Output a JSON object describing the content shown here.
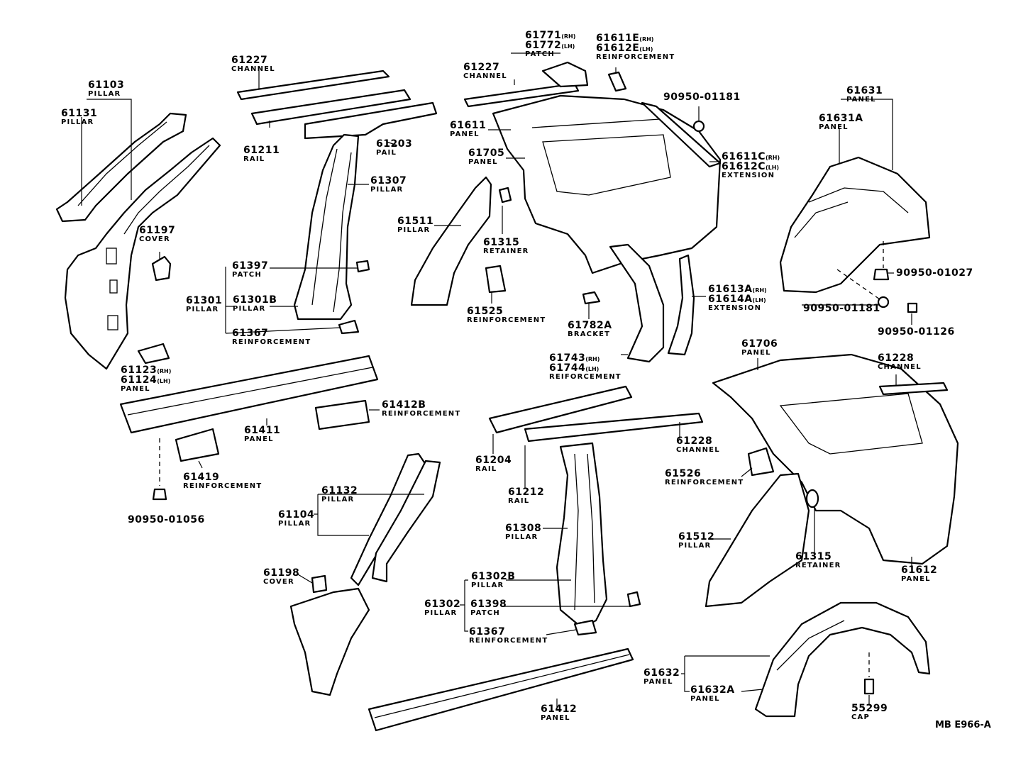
{
  "figure_ref": "MB E966-A",
  "labels": [
    {
      "id": "61103",
      "parts": [
        "61103"
      ],
      "name": "PILLAR"
    },
    {
      "id": "61131",
      "parts": [
        "61131"
      ],
      "name": "PILLAR"
    },
    {
      "id": "61227a",
      "parts": [
        "61227"
      ],
      "name": "CHANNEL"
    },
    {
      "id": "61211",
      "parts": [
        "61211"
      ],
      "name": "RAIL"
    },
    {
      "id": "61203",
      "parts": [
        "61203"
      ],
      "name": "PAIL"
    },
    {
      "id": "61307",
      "parts": [
        "61307"
      ],
      "name": "PILLAR"
    },
    {
      "id": "61197",
      "parts": [
        "61197"
      ],
      "name": "COVER"
    },
    {
      "id": "61397",
      "parts": [
        "61397"
      ],
      "name": "PATCH"
    },
    {
      "id": "61301",
      "parts": [
        "61301"
      ],
      "name": "PILLAR"
    },
    {
      "id": "61301B",
      "parts": [
        "61301B"
      ],
      "name": "PILLAR"
    },
    {
      "id": "61367a",
      "parts": [
        "61367"
      ],
      "name": "REINFORCEMENT"
    },
    {
      "id": "61123",
      "parts": [
        "61123|RH",
        "61124|LH"
      ],
      "name": "PANEL"
    },
    {
      "id": "61411",
      "parts": [
        "61411"
      ],
      "name": "PANEL"
    },
    {
      "id": "61412B",
      "parts": [
        "61412B"
      ],
      "name": "REINFORCEMENT"
    },
    {
      "id": "61419",
      "parts": [
        "61419"
      ],
      "name": "REINFORCEMENT"
    },
    {
      "id": "90950-01056",
      "parts": [
        "90950-01056"
      ],
      "name": ""
    },
    {
      "id": "61771",
      "parts": [
        "61771|RH",
        "61772|LH"
      ],
      "name": "PATCH"
    },
    {
      "id": "61611E",
      "parts": [
        "61611E|RH",
        "61612E|LH"
      ],
      "name": "REINFORCEMENT"
    },
    {
      "id": "61227b",
      "parts": [
        "61227"
      ],
      "name": "CHANNEL"
    },
    {
      "id": "90950-01181a",
      "parts": [
        "90950-01181"
      ],
      "name": ""
    },
    {
      "id": "61611",
      "parts": [
        "61611"
      ],
      "name": "PANEL"
    },
    {
      "id": "61705",
      "parts": [
        "61705"
      ],
      "name": "PANEL"
    },
    {
      "id": "61611C",
      "parts": [
        "61611C|RH",
        "61612C|LH"
      ],
      "name": "EXTENSION"
    },
    {
      "id": "61511",
      "parts": [
        "61511"
      ],
      "name": "PILLAR"
    },
    {
      "id": "61315a",
      "parts": [
        "61315"
      ],
      "name": "RETAINER"
    },
    {
      "id": "61525",
      "parts": [
        "61525"
      ],
      "name": "REINFORCEMENT"
    },
    {
      "id": "61782A",
      "parts": [
        "61782A"
      ],
      "name": "BRACKET"
    },
    {
      "id": "61613A",
      "parts": [
        "61613A|RH",
        "61614A|LH"
      ],
      "name": "EXTENSION"
    },
    {
      "id": "61743",
      "parts": [
        "61743|RH",
        "61744|LH"
      ],
      "name": "REIFORCEMENT"
    },
    {
      "id": "61631",
      "parts": [
        "61631"
      ],
      "name": "PANEL"
    },
    {
      "id": "61631A",
      "parts": [
        "61631A"
      ],
      "name": "PANEL"
    },
    {
      "id": "90950-01027",
      "parts": [
        "90950-01027"
      ],
      "name": ""
    },
    {
      "id": "90950-01181b",
      "parts": [
        "90950-01181"
      ],
      "name": ""
    },
    {
      "id": "90950-01126",
      "parts": [
        "90950-01126"
      ],
      "name": ""
    },
    {
      "id": "61706",
      "parts": [
        "61706"
      ],
      "name": "PANEL"
    },
    {
      "id": "61228a",
      "parts": [
        "61228"
      ],
      "name": "CHANNEL"
    },
    {
      "id": "61204",
      "parts": [
        "61204"
      ],
      "name": "RAIL"
    },
    {
      "id": "61228b",
      "parts": [
        "61228"
      ],
      "name": "CHANNEL"
    },
    {
      "id": "61212",
      "parts": [
        "61212"
      ],
      "name": "RAIL"
    },
    {
      "id": "61526",
      "parts": [
        "61526"
      ],
      "name": "REINFORCEMENT"
    },
    {
      "id": "61132",
      "parts": [
        "61132"
      ],
      "name": "PILLAR"
    },
    {
      "id": "61104",
      "parts": [
        "61104"
      ],
      "name": "PILLAR"
    },
    {
      "id": "61308",
      "parts": [
        "61308"
      ],
      "name": "PILLAR"
    },
    {
      "id": "61512",
      "parts": [
        "61512"
      ],
      "name": "PILLAR"
    },
    {
      "id": "61315b",
      "parts": [
        "61315"
      ],
      "name": "RETAINER"
    },
    {
      "id": "61612",
      "parts": [
        "61612"
      ],
      "name": "PANEL"
    },
    {
      "id": "61198",
      "parts": [
        "61198"
      ],
      "name": "COVER"
    },
    {
      "id": "61302B",
      "parts": [
        "61302B"
      ],
      "name": "PILLAR"
    },
    {
      "id": "61302",
      "parts": [
        "61302"
      ],
      "name": "PILLAR"
    },
    {
      "id": "61398",
      "parts": [
        "61398"
      ],
      "name": "PATCH"
    },
    {
      "id": "61367b",
      "parts": [
        "61367"
      ],
      "name": "REINFORCEMENT"
    },
    {
      "id": "61632",
      "parts": [
        "61632"
      ],
      "name": "PANEL"
    },
    {
      "id": "61632A",
      "parts": [
        "61632A"
      ],
      "name": "PANEL"
    },
    {
      "id": "55299",
      "parts": [
        "55299"
      ],
      "name": "CAP"
    },
    {
      "id": "61412",
      "parts": [
        "61412"
      ],
      "name": "PANEL"
    }
  ]
}
